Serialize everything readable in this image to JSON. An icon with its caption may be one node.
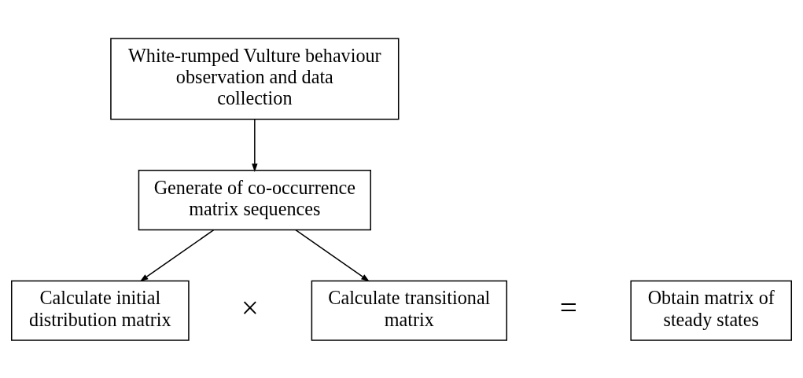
{
  "diagram": {
    "nodes": [
      {
        "text": [
          "White-rumped Vulture behaviour observation and data collection"
        ]
      },
      {
        "text": [
          "Generate of co-occurrence matrix sequences"
        ]
      },
      {
        "text": [
          "Calculate initial distribution matrix"
        ]
      },
      {
        "text": [
          "Calculate transitional matrix"
        ]
      },
      {
        "text": [
          "Obtain matrix of steady states"
        ]
      }
    ],
    "edges": [
      {
        "from": 0,
        "to": 1,
        "arrow": "to"
      },
      {
        "from": 1,
        "to": 2,
        "arrow": "to"
      },
      {
        "from": 1,
        "to": 3,
        "arrow": "to"
      }
    ],
    "labels": [
      "×",
      "="
    ]
  }
}
